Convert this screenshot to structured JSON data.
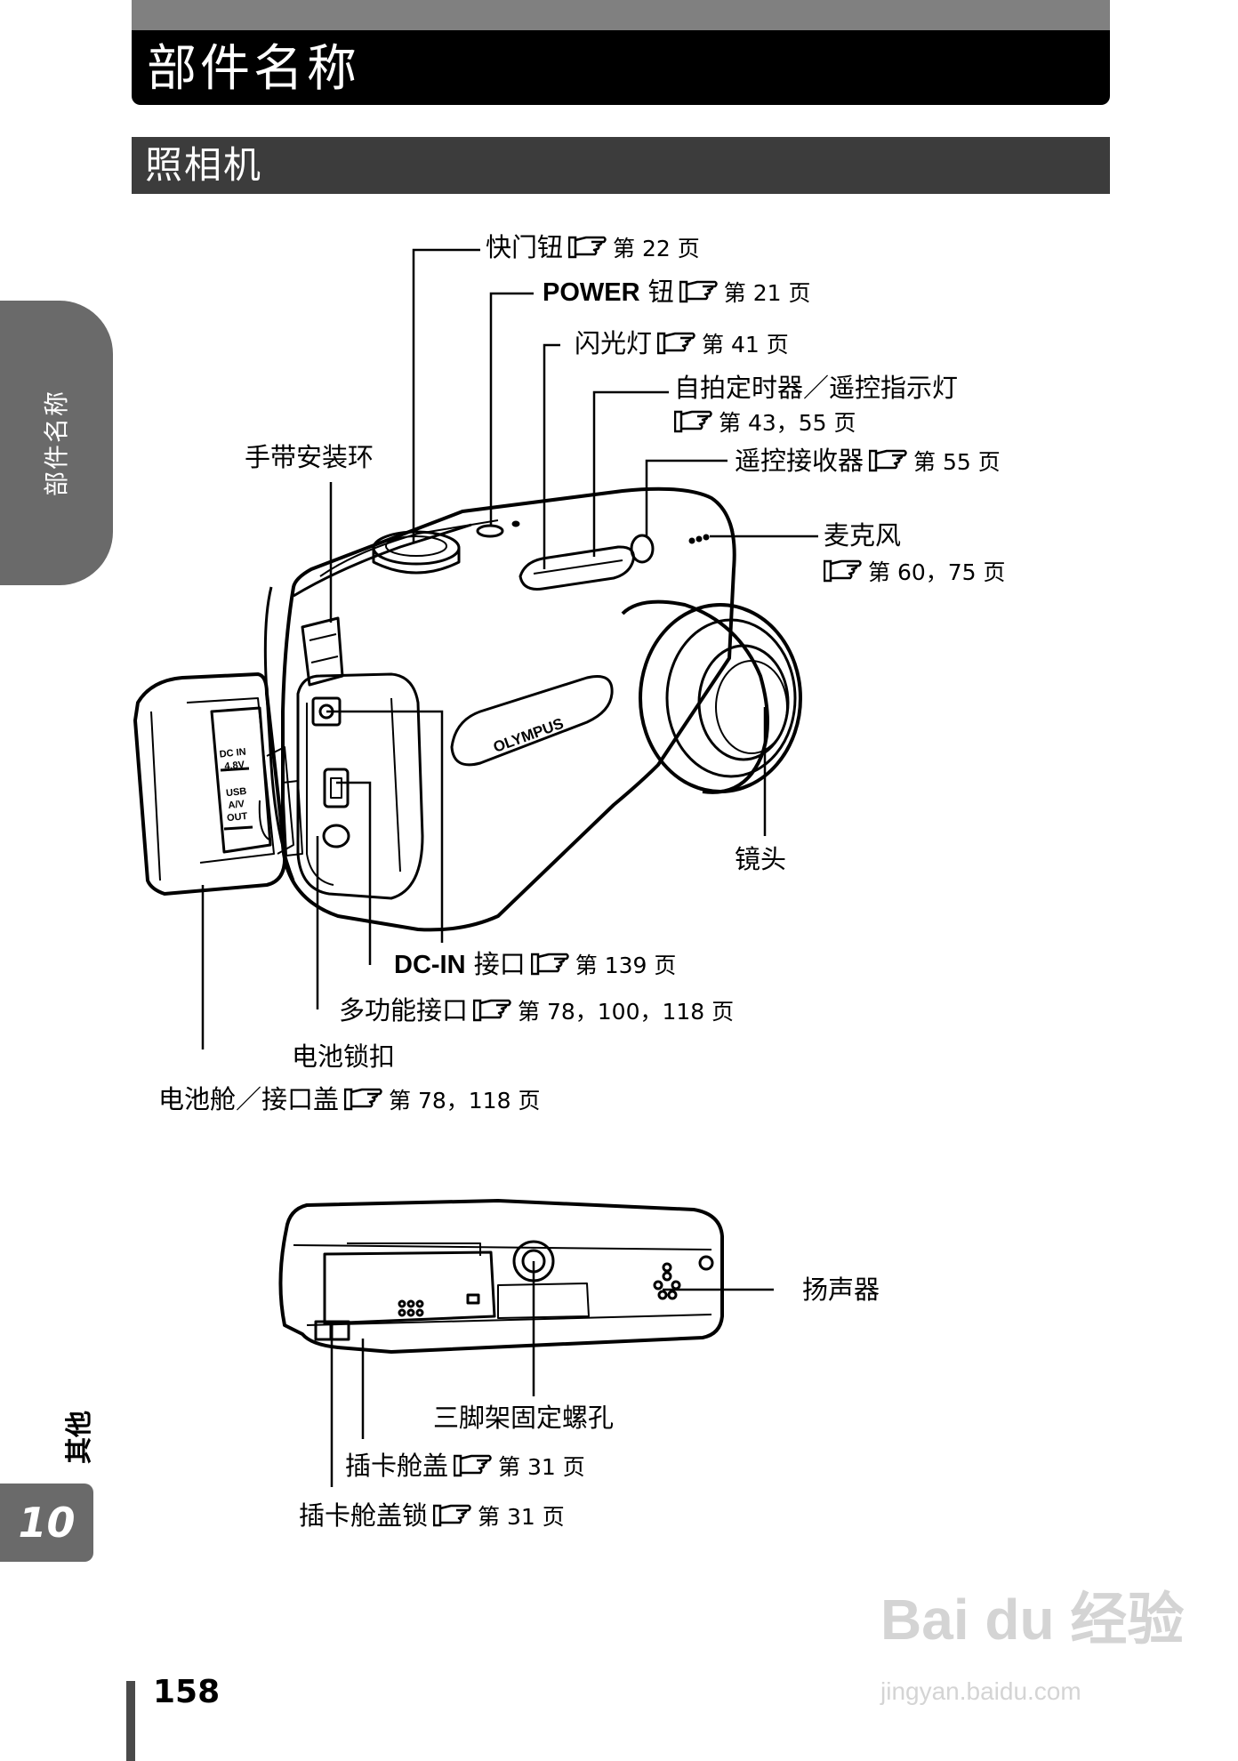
{
  "header": {
    "title": "部件名称",
    "section": "照相机"
  },
  "side": {
    "tab": "部件名称",
    "other": "其他",
    "chapter": "10"
  },
  "page_number": "158",
  "camera_brand": "OLYMPUS",
  "port_cover": {
    "dcin": "DC IN",
    "voltage": "4.8V",
    "usb": "USB",
    "av": "A/V",
    "out": "OUT"
  },
  "labels": {
    "shutter": {
      "name": "快门钮",
      "ref": "第 22 页"
    },
    "power": {
      "name_bold": "POWER",
      "name": " 钮",
      "ref": "第 21 页"
    },
    "flash": {
      "name": "闪光灯",
      "ref": "第 41 页"
    },
    "selftimer": {
      "name": "自拍定时器／遥控指示灯",
      "ref": "第 43，55 页"
    },
    "receiver": {
      "name": "遥控接收器",
      "ref": "第 55 页"
    },
    "strap": {
      "name": "手带安装环"
    },
    "mic": {
      "name": "麦克风",
      "ref": "第 60，75 页"
    },
    "lens": {
      "name": "镜头"
    },
    "dcin": {
      "name_bold": "DC-IN",
      "name": " 接口",
      "ref": "第 139 页"
    },
    "multi": {
      "name": "多功能接口",
      "ref": "第 78，100，118 页"
    },
    "battlock": {
      "name": "电池锁扣"
    },
    "battcover": {
      "name": "电池舱／接口盖",
      "ref": "第 78，118 页"
    },
    "speaker": {
      "name": "扬声器"
    },
    "tripod": {
      "name": "三脚架固定螺孔"
    },
    "cardcover": {
      "name": "插卡舱盖",
      "ref": "第 31 页"
    },
    "cardlock": {
      "name": "插卡舱盖锁",
      "ref": "第 31 页"
    }
  },
  "watermark": {
    "brand": "Bai du 经验",
    "url": "jingyan.baidu.com"
  }
}
